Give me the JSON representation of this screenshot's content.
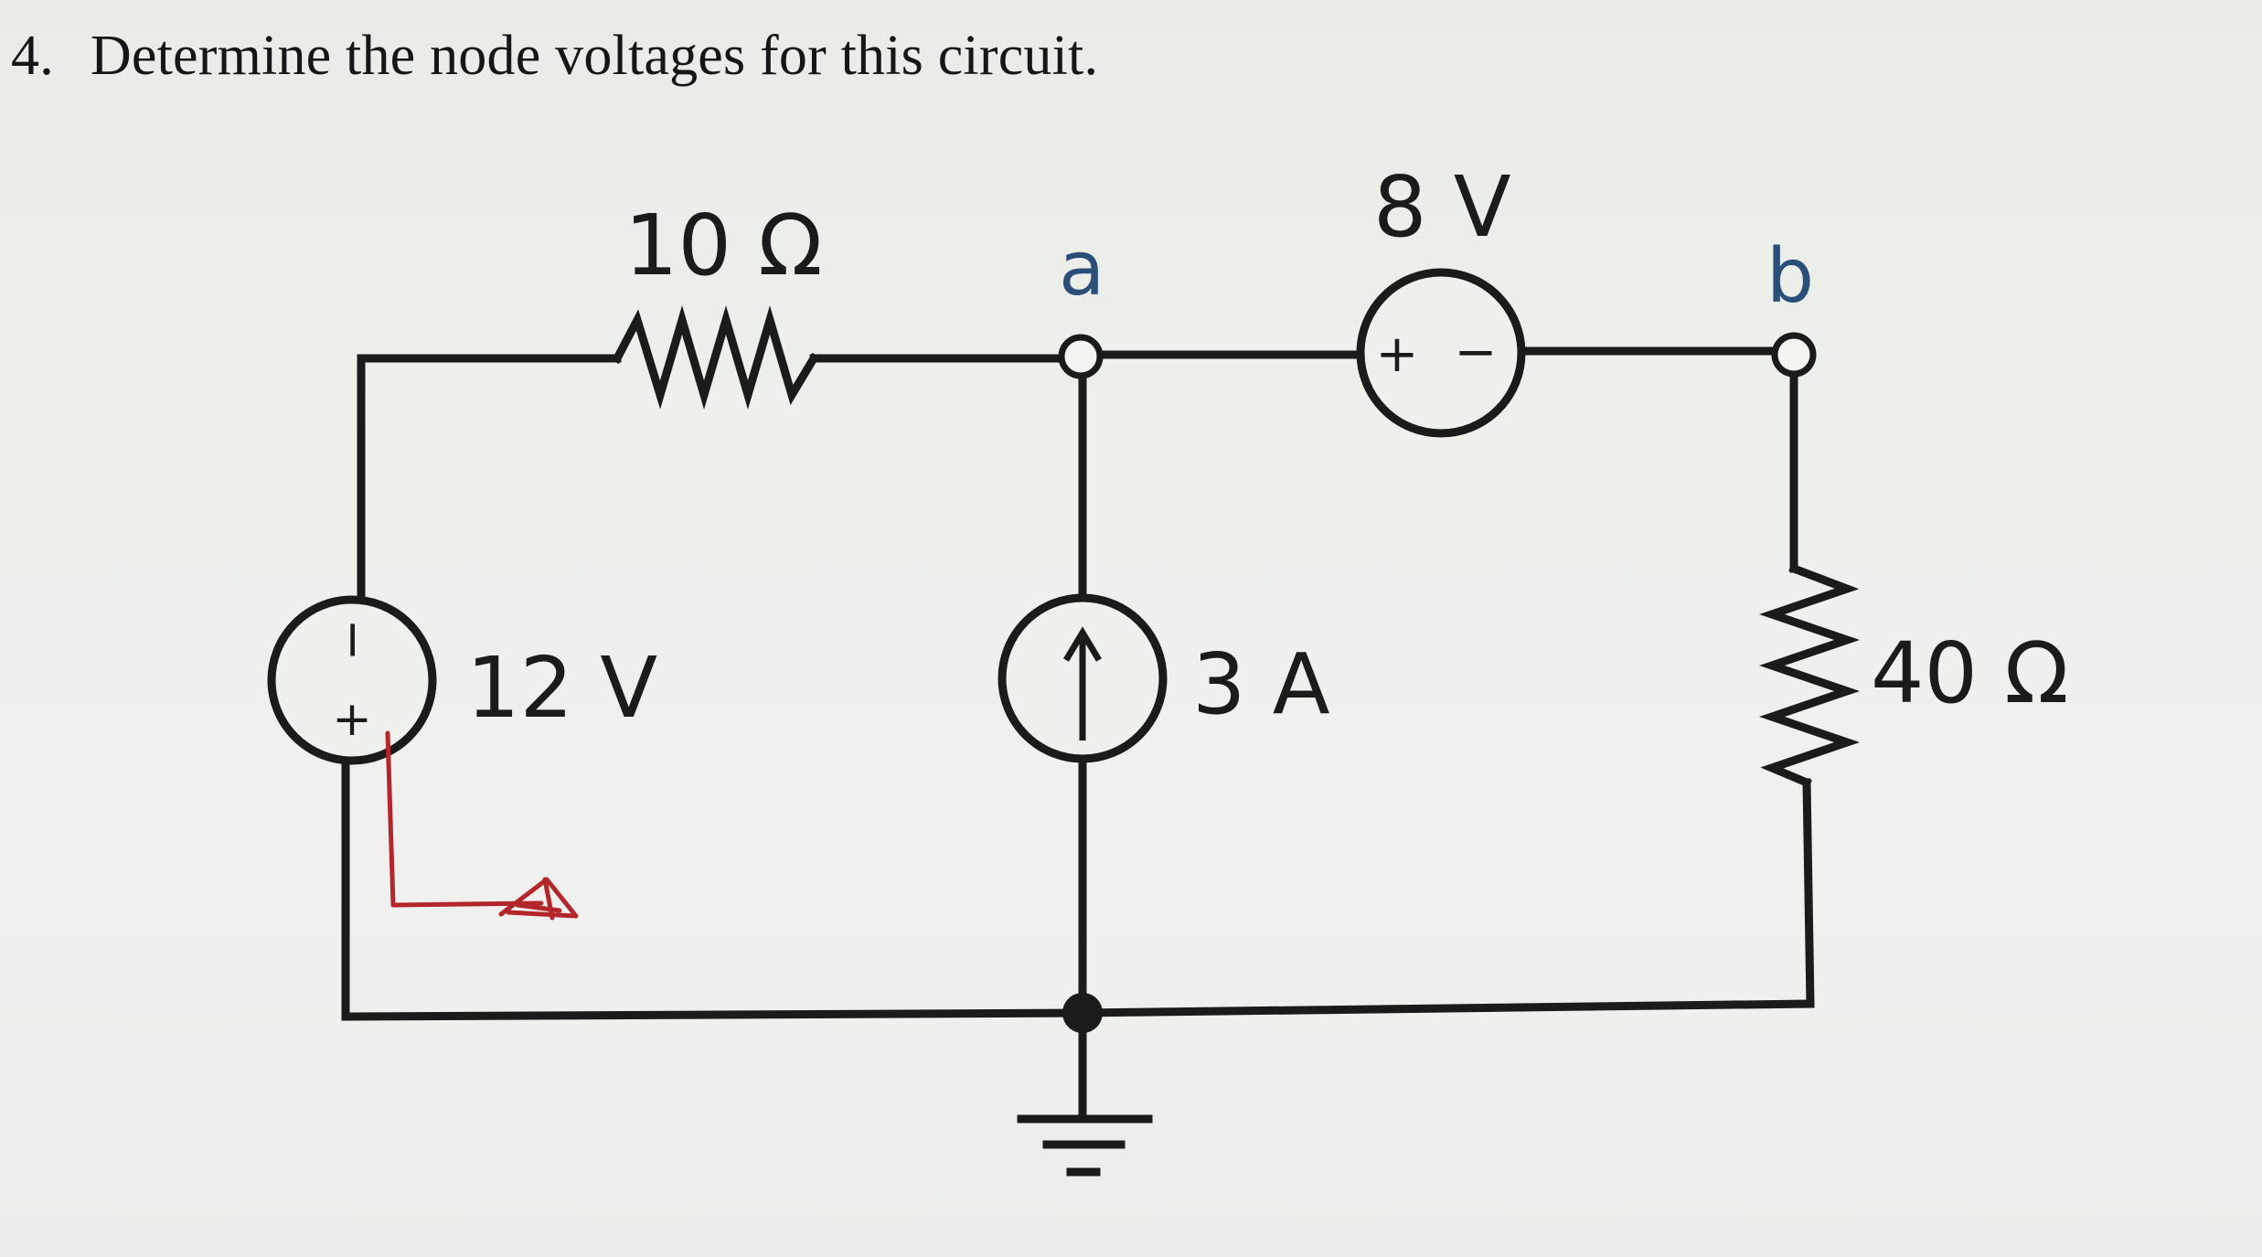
{
  "question": {
    "number": "4.",
    "text": "Determine the node voltages for this circuit."
  },
  "circuit": {
    "components": {
      "resistor_top": {
        "label": "10 Ω"
      },
      "resistor_right": {
        "label": "40 Ω"
      },
      "voltage_source_left": {
        "label": "12 V",
        "minus_sign": "−",
        "plus_sign": "+"
      },
      "voltage_source_top": {
        "label": "8 V",
        "plus_sign": "+",
        "minus_sign": "−"
      },
      "current_source": {
        "label": "3 A"
      }
    },
    "nodes": {
      "a": "a",
      "b": "b"
    }
  },
  "colors": {
    "wire": "#1b1b1b",
    "node_label": "#2c4f7a",
    "annotation": "#b3262b"
  }
}
